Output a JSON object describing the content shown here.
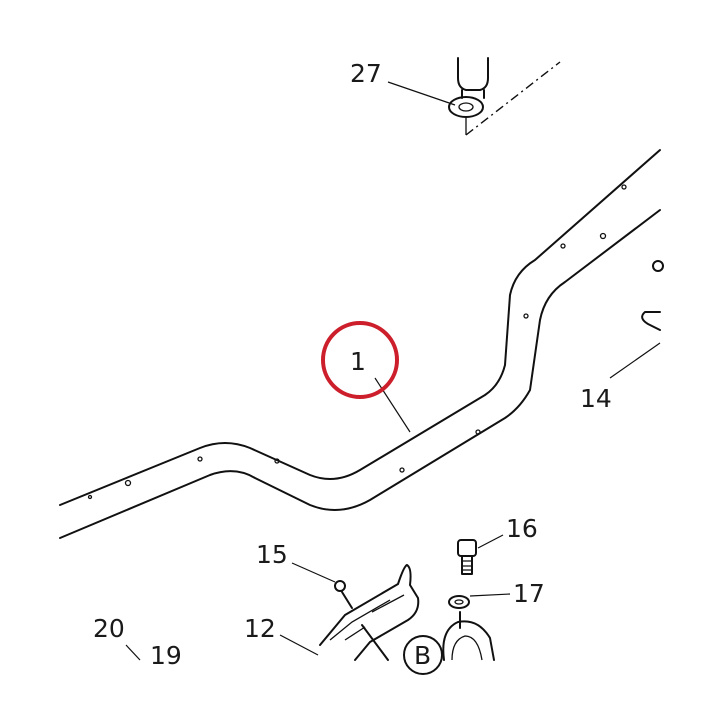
{
  "callouts": {
    "c27": "27",
    "c1": "1",
    "c14": "14",
    "c16": "16",
    "c15": "15",
    "c17": "17",
    "c12": "12",
    "c20": "20",
    "c19": "19",
    "cB": "B"
  },
  "colors": {
    "line": "#111111",
    "highlight": "#cc1f2b",
    "background": "#ffffff"
  },
  "highlighted_callout": "1"
}
